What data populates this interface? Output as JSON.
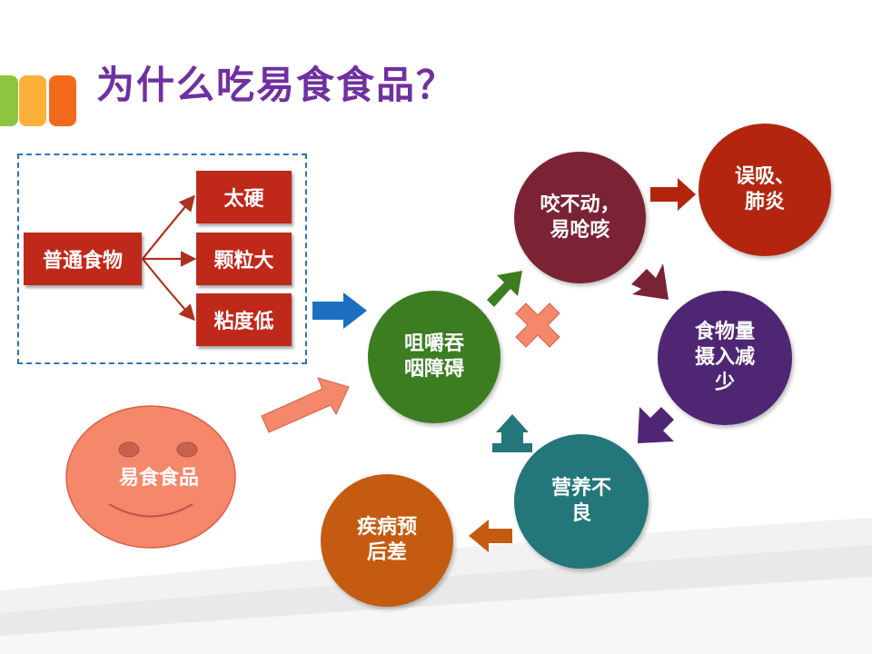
{
  "title": "为什么吃易食食品？",
  "left": {
    "source": "普通食物",
    "causes": [
      "太硬",
      "颗粒大",
      "粘度低"
    ]
  },
  "center": "咀嚼吞\n咽障碍",
  "smiley": "易食食品",
  "cycle": {
    "bite": "咬不动，\n易呛咳",
    "pneumonia": "误吸、\n肺炎",
    "intake": "食物量\n摄入减\n少",
    "malnutrition": "营养不\n良",
    "prognosis": "疾病预\n后差"
  },
  "colors": {
    "title": "#7030a0",
    "red_box": "#c0281a",
    "center": "#3c7d22",
    "bite": "#7b2335",
    "pneumonia": "#b3250f",
    "intake": "#4f2674",
    "malnutrition": "#23767a",
    "prognosis": "#c55a11",
    "smiley": "#f5876a"
  }
}
